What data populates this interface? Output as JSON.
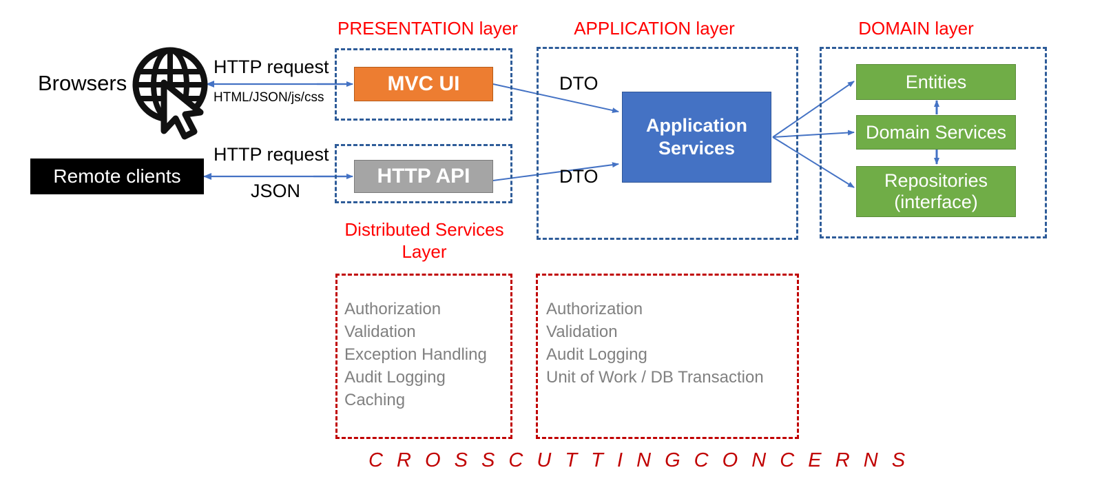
{
  "diagram": {
    "title": "Layered Application Architecture",
    "colors": {
      "layer_title_red": "#FF0000",
      "cross_cutting_red": "#C00000",
      "dashed_blue": "#2E5C99",
      "arrow_blue": "#4472C4",
      "mvc_orange": "#ED7D31",
      "api_gray": "#A5A5A5",
      "app_blue": "#4472C4",
      "domain_green": "#70AD47",
      "client_black": "#000000",
      "concern_gray": "#808080"
    }
  },
  "layers": {
    "presentation": {
      "title": "PRESENTATION layer"
    },
    "application": {
      "title": "APPLICATION layer"
    },
    "domain": {
      "title": "DOMAIN layer"
    },
    "distributed": {
      "title": "Distributed Services Layer"
    }
  },
  "clients": {
    "browsers_label": "Browsers",
    "globe_icon": "globe-cursor-icon",
    "remote_clients_label": "Remote clients"
  },
  "edges": {
    "browser_request": "HTTP request",
    "browser_response": "HTML/JSON/js/css",
    "remote_request": "HTTP request",
    "remote_response": "JSON",
    "dto_top": "DTO",
    "dto_bottom": "DTO"
  },
  "nodes": {
    "mvc_ui": "MVC UI",
    "http_api": "HTTP API",
    "application_services": "Application\nServices",
    "application_services_line1": "Application",
    "application_services_line2": "Services",
    "entities": "Entities",
    "domain_services": "Domain Services",
    "repositories_line1": "Repositories",
    "repositories_line2": "(interface)"
  },
  "cross_cutting": {
    "caption": "C R O S S   C U T T I N G   C O N C E R N S",
    "presentation_concerns": [
      "Authorization",
      "Validation",
      "Exception Handling",
      "Audit Logging",
      "Caching"
    ],
    "presentation_concerns_text": "Authorization\nValidation\nException Handling\nAudit Logging\nCaching",
    "application_concerns": [
      "Authorization",
      "Validation",
      "Audit Logging",
      "Unit of Work / DB Transaction"
    ],
    "application_concerns_text": "Authorization\nValidation\nAudit Logging\nUnit of Work / DB Transaction"
  }
}
